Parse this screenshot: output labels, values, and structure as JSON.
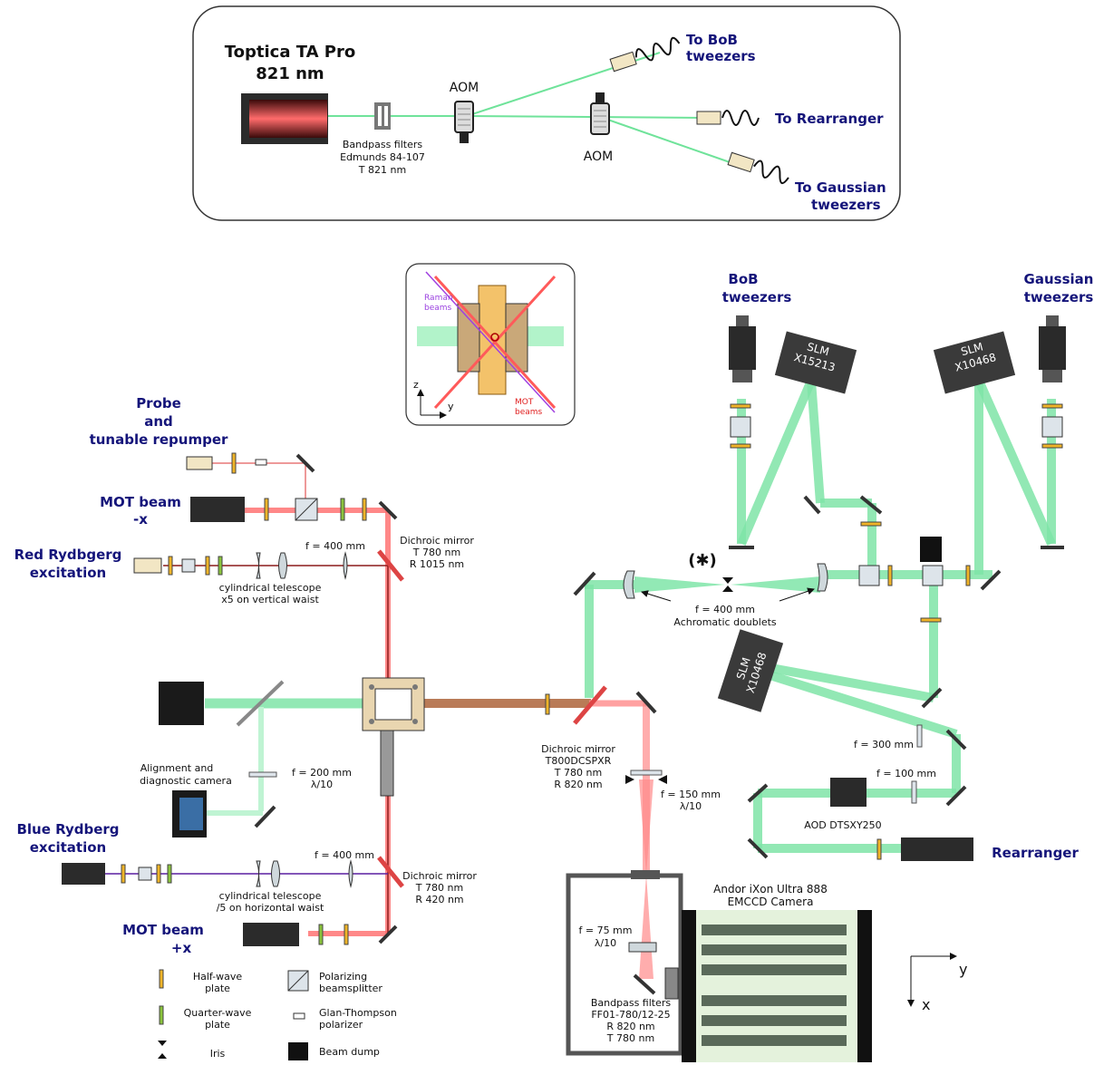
{
  "laser_box": {
    "title_line1": "Toptica TA Pro",
    "title_line2": "821 nm",
    "bandpass": [
      "Bandpass filters",
      "Edmunds 84-107",
      "T 821 nm"
    ],
    "aom1": "AOM",
    "aom2": "AOM",
    "to_bob": [
      "To BoB",
      "tweezers"
    ],
    "to_rearranger": "To Rearranger",
    "to_gaussian": [
      "To Gaussian",
      "tweezers"
    ]
  },
  "inset": {
    "raman": [
      "Raman",
      "beams"
    ],
    "mot": [
      "MOT",
      "beams"
    ],
    "axis_z": "z",
    "axis_y": "y"
  },
  "left": {
    "probe": [
      "Probe",
      "and",
      "tunable repumper"
    ],
    "mot_minus_x": [
      "MOT beam",
      "-x"
    ],
    "red_rydberg": [
      "Red Rydbgerg",
      "excitation"
    ],
    "f400_top": "f = 400 mm",
    "cyl_top": [
      "cylindrical telescope",
      "x5 on vertical waist"
    ],
    "dichroic_top": [
      "Dichroic mirror",
      "T 780 nm",
      "R 1015 nm"
    ],
    "alignment": [
      "Alignment and",
      "diagnostic camera"
    ],
    "f200": [
      "f = 200 mm",
      "λ/10"
    ],
    "blue_rydberg": [
      "Blue Rydberg",
      "excitation"
    ],
    "f400_bottom": "f = 400 mm",
    "cyl_bottom": [
      "cylindrical telescope",
      "/5 on horizontal waist"
    ],
    "dichroic_bottom": [
      "Dichroic mirror",
      "T 780 nm",
      "R 420 nm"
    ],
    "mot_plus_x": [
      "MOT beam",
      "+x"
    ]
  },
  "legend": {
    "half_wave": [
      "Half-wave",
      "plate"
    ],
    "quarter_wave": [
      "Quarter-wave",
      "plate"
    ],
    "iris": "Iris",
    "pbs": [
      "Polarizing",
      "beamsplitter"
    ],
    "glan": [
      "Glan-Thompson",
      "polarizer"
    ],
    "dump": "Beam dump"
  },
  "right": {
    "bob": [
      "BoB",
      "tweezers"
    ],
    "gaussian": [
      "Gaussian",
      "tweezers"
    ],
    "slm1": [
      "SLM",
      "X15213"
    ],
    "slm2": [
      "SLM",
      "X10468"
    ],
    "slm3": [
      "SLM",
      "X10468"
    ],
    "star": "(✱)",
    "achromat": [
      "f = 400 mm",
      "Achromatic doublets"
    ],
    "f300": "f = 300 mm",
    "f100": "f = 100 mm",
    "aod": "AOD DTSXY250",
    "rearranger": "Rearranger",
    "dichroic_mid": [
      "Dichroic mirror",
      "T800DCSPXR",
      "T 780 nm",
      "R 820 nm"
    ],
    "f150": [
      "f = 150 mm",
      "λ/10"
    ],
    "camera": [
      "Andor iXon Ultra 888",
      "EMCCD Camera"
    ],
    "f75": [
      "f = 75 mm",
      "λ/10"
    ],
    "bandpass2": [
      "Bandpass filters",
      "FF01-780/12-25",
      "R 820 nm",
      "T 780 nm"
    ],
    "axis_y": "y",
    "axis_x": "x"
  }
}
